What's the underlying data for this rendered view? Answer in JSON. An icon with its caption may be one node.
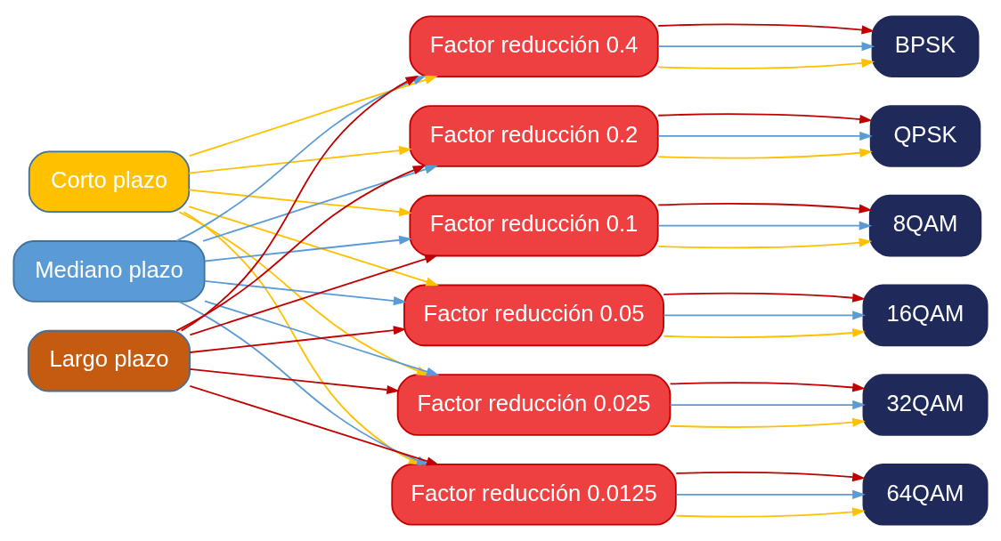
{
  "diagram": {
    "nodes": [
      {
        "text": [
          "Corto plazo"
        ]
      },
      {
        "text": [
          "Mediano plazo"
        ]
      },
      {
        "text": [
          "Largo plazo"
        ]
      },
      {
        "text": [
          "Factor reducción 0.4"
        ]
      },
      {
        "text": [
          "Factor reducción 0.2"
        ]
      },
      {
        "text": [
          "Factor reducción 0.1"
        ]
      },
      {
        "text": [
          "Factor reducción 0.05"
        ]
      },
      {
        "text": [
          "Factor reducción 0.025"
        ]
      },
      {
        "text": [
          "Factor reducción 0.0125"
        ]
      },
      {
        "text": [
          "BPSK"
        ]
      },
      {
        "text": [
          "QPSK"
        ]
      },
      {
        "text": [
          "8QAM"
        ]
      },
      {
        "text": [
          "16QAM"
        ]
      },
      {
        "text": [
          "32QAM"
        ]
      },
      {
        "text": [
          "64QAM"
        ]
      }
    ],
    "edges": [
      {
        "from": 0,
        "to": 3,
        "arrow": "to",
        "color": "#ffc000"
      },
      {
        "from": 0,
        "to": 4,
        "arrow": "to",
        "color": "#ffc000"
      },
      {
        "from": 0,
        "to": 5,
        "arrow": "to",
        "color": "#ffc000"
      },
      {
        "from": 0,
        "to": 6,
        "arrow": "to",
        "color": "#ffc000"
      },
      {
        "from": 0,
        "to": 7,
        "arrow": "to",
        "color": "#ffc000"
      },
      {
        "from": 0,
        "to": 8,
        "arrow": "to",
        "color": "#ffc000"
      },
      {
        "from": 1,
        "to": 3,
        "arrow": "to",
        "color": "#5b9bd5"
      },
      {
        "from": 1,
        "to": 4,
        "arrow": "to",
        "color": "#5b9bd5"
      },
      {
        "from": 1,
        "to": 5,
        "arrow": "to",
        "color": "#5b9bd5"
      },
      {
        "from": 1,
        "to": 6,
        "arrow": "to",
        "color": "#5b9bd5"
      },
      {
        "from": 1,
        "to": 7,
        "arrow": "to",
        "color": "#5b9bd5"
      },
      {
        "from": 1,
        "to": 8,
        "arrow": "to",
        "color": "#5b9bd5"
      },
      {
        "from": 2,
        "to": 3,
        "arrow": "to",
        "color": "#c00000"
      },
      {
        "from": 2,
        "to": 4,
        "arrow": "to",
        "color": "#c00000"
      },
      {
        "from": 2,
        "to": 5,
        "arrow": "to",
        "color": "#c00000"
      },
      {
        "from": 2,
        "to": 6,
        "arrow": "to",
        "color": "#c00000"
      },
      {
        "from": 2,
        "to": 7,
        "arrow": "to",
        "color": "#c00000"
      },
      {
        "from": 2,
        "to": 8,
        "arrow": "to",
        "color": "#c00000"
      },
      {
        "from": 3,
        "to": 9,
        "arrow": "to",
        "color": "#ffc000"
      },
      {
        "from": 3,
        "to": 9,
        "arrow": "to",
        "color": "#5b9bd5"
      },
      {
        "from": 3,
        "to": 9,
        "arrow": "to",
        "color": "#c00000"
      },
      {
        "from": 4,
        "to": 10,
        "arrow": "to",
        "color": "#ffc000"
      },
      {
        "from": 4,
        "to": 10,
        "arrow": "to",
        "color": "#5b9bd5"
      },
      {
        "from": 4,
        "to": 10,
        "arrow": "to",
        "color": "#c00000"
      },
      {
        "from": 5,
        "to": 11,
        "arrow": "to",
        "color": "#ffc000"
      },
      {
        "from": 5,
        "to": 11,
        "arrow": "to",
        "color": "#5b9bd5"
      },
      {
        "from": 5,
        "to": 11,
        "arrow": "to",
        "color": "#c00000"
      },
      {
        "from": 6,
        "to": 12,
        "arrow": "to",
        "color": "#ffc000"
      },
      {
        "from": 6,
        "to": 12,
        "arrow": "to",
        "color": "#5b9bd5"
      },
      {
        "from": 6,
        "to": 12,
        "arrow": "to",
        "color": "#c00000"
      },
      {
        "from": 7,
        "to": 13,
        "arrow": "to",
        "color": "#ffc000"
      },
      {
        "from": 7,
        "to": 13,
        "arrow": "to",
        "color": "#5b9bd5"
      },
      {
        "from": 7,
        "to": 13,
        "arrow": "to",
        "color": "#c00000"
      },
      {
        "from": 8,
        "to": 14,
        "arrow": "to",
        "color": "#ffc000"
      },
      {
        "from": 8,
        "to": 14,
        "arrow": "to",
        "color": "#5b9bd5"
      },
      {
        "from": 8,
        "to": 14,
        "arrow": "to",
        "color": "#c00000"
      }
    ]
  }
}
